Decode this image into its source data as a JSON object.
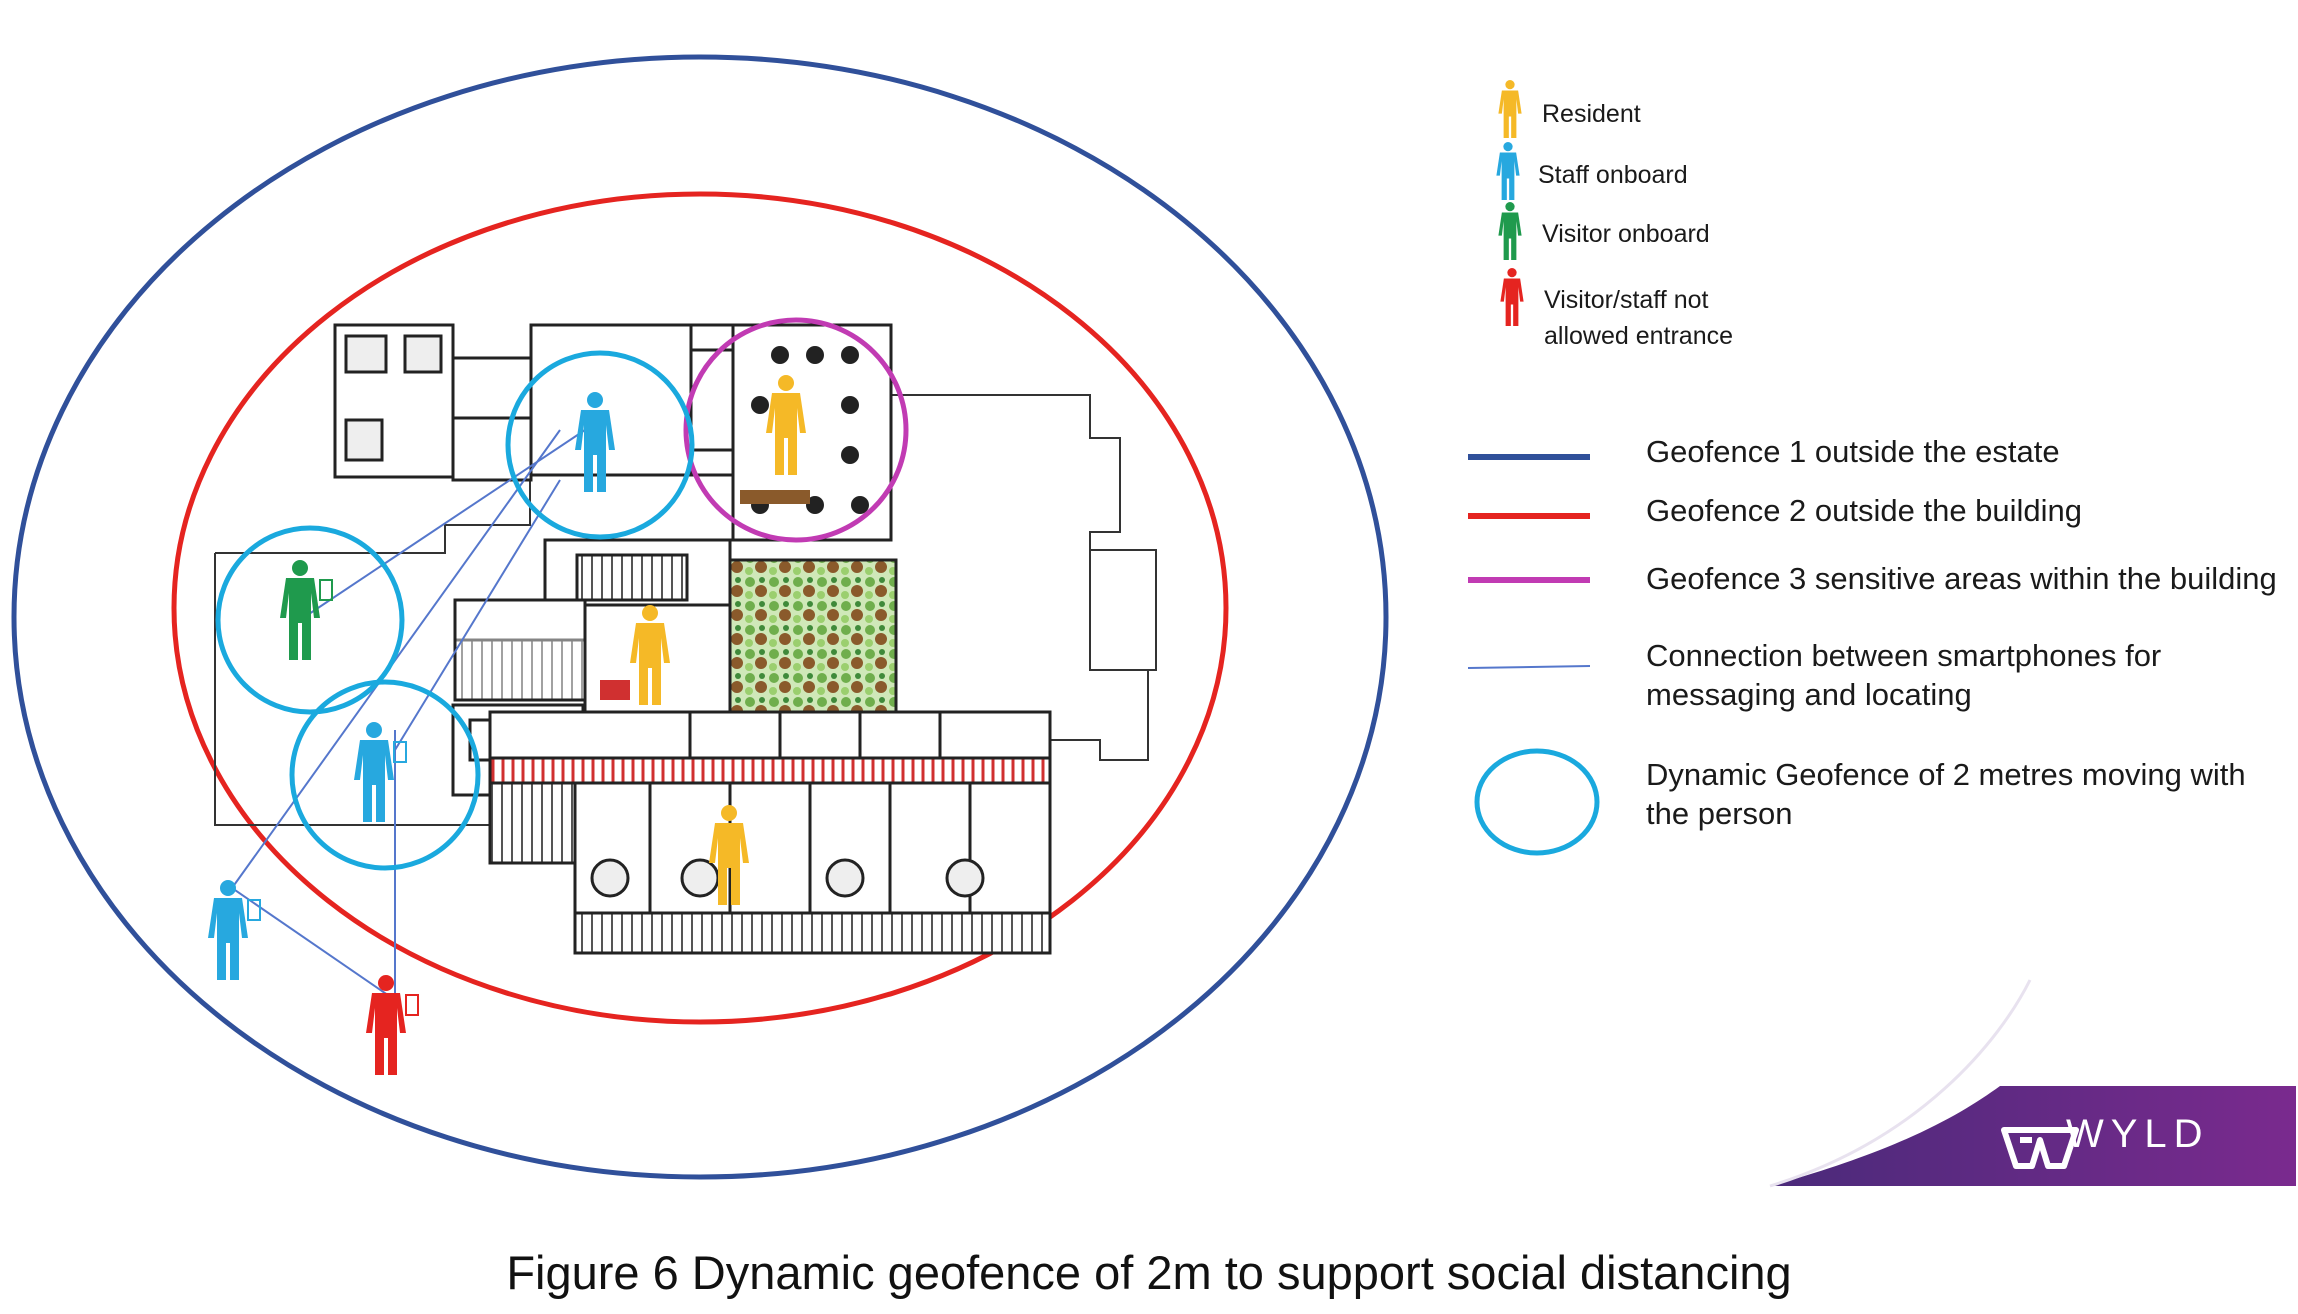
{
  "legend_people": [
    {
      "label": "Resident",
      "color": "#f5b927"
    },
    {
      "label": "Staff onboard",
      "color": "#27a8df"
    },
    {
      "label": "Visitor onboard",
      "color": "#1f9a4d"
    },
    {
      "label": "Visitor/staff not allowed entrance",
      "label_line1": "Visitor/staff not",
      "label_line2": "allowed entrance",
      "color": "#e52420"
    }
  ],
  "legend_lines": [
    {
      "label": "Geofence 1 outside the estate",
      "color": "#30509a"
    },
    {
      "label": "Geofence 2 outside the building",
      "color": "#e52420"
    },
    {
      "label": "Geofence 3 sensitive areas within the building",
      "color": "#c13bb3"
    },
    {
      "label_line1": "Connection between smartphones for",
      "label_line2": "messaging and locating",
      "color": "#5577cc"
    },
    {
      "label_line1": "Dynamic Geofence of 2 metres moving with",
      "label_line2": "the person",
      "color": "#1aa9de"
    }
  ],
  "brand": {
    "name": "WYLD",
    "color": "#6d2a86"
  },
  "caption": "Figure 6 Dynamic geofence of 2m to support social distancing"
}
